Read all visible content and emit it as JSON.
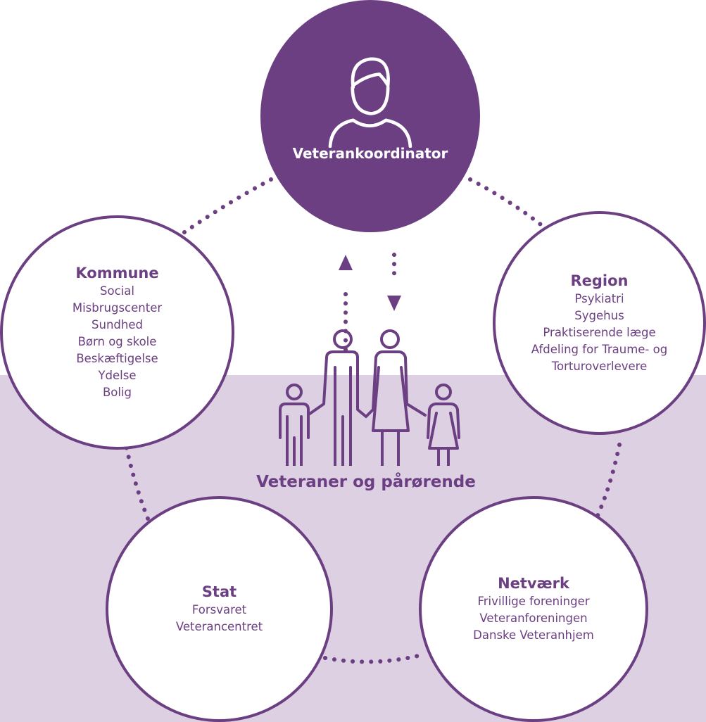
{
  "colors": {
    "purple": "#6b3f82",
    "band": "#ddd0e3",
    "white": "#ffffff"
  },
  "coordinator": {
    "title": "Veterankoordinator",
    "icon": "person-icon"
  },
  "center": {
    "title": "Veteraner og pårørende",
    "icon": "family-icon"
  },
  "kommune": {
    "title": "Kommune",
    "items": [
      "Social",
      "Misbrugscenter",
      "Sundhed",
      "Børn og skole",
      "Beskæftigelse",
      "Ydelse",
      "Bolig"
    ]
  },
  "region": {
    "title": "Region",
    "items": [
      "Psykiatri",
      "Sygehus",
      "Praktiserende læge",
      "Afdeling for Traume- og",
      "Torturoverlevere"
    ]
  },
  "stat": {
    "title": "Stat",
    "items": [
      "Forsvaret",
      "Veterancentret"
    ]
  },
  "netvaerk": {
    "title": "Netværk",
    "items": [
      "Frivillige foreninger",
      "Veteranforeningen",
      "Danske Veteranhjem"
    ]
  }
}
